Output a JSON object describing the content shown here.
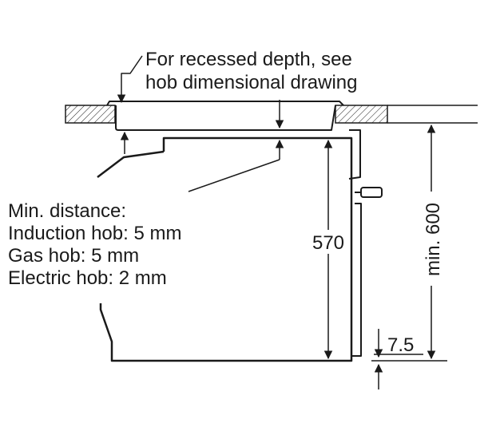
{
  "annotation_top": {
    "line1": "For recessed depth, see",
    "line2": "hob dimensional drawing"
  },
  "min_distance": {
    "heading": "Min. distance:",
    "induction": "Induction hob: 5 mm",
    "gas": "Gas hob: 5 mm",
    "electric": "Electric hob: 2 mm"
  },
  "dimensions": {
    "oven_height": "570",
    "niche_height": "min. 600",
    "bottom_gap": "7.5"
  },
  "colors": {
    "line": "#1a1a1a",
    "background": "#ffffff"
  }
}
